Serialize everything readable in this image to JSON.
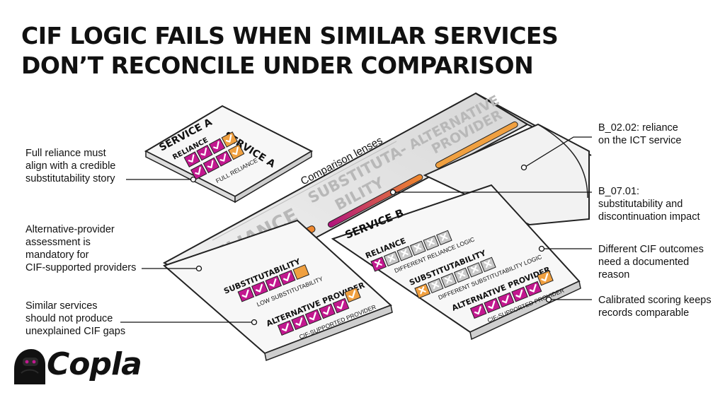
{
  "title": {
    "line1": "CIF LOGIC FAILS WHEN SIMILAR SERVICES",
    "line2": "DON’T RECONCILE UNDER COMPARISON"
  },
  "lenses": {
    "caption": "Comparison lenses",
    "reliance": "RELIANCE",
    "substitutability_1": "SUBSTITUTA-",
    "substitutability_2": "BILITY",
    "alt_provider_1": "ALTERNATIVE",
    "alt_provider_2": "PROVIDER"
  },
  "card_a_back": {
    "title": "SERVICE A",
    "row1_label": "RELIANCE",
    "row1_caption": "FULL RELIANCE"
  },
  "card_a_back_tab": {
    "title": "SERVICE A"
  },
  "card_a_front": {
    "row1_label": "SUBSTITUTABILITY",
    "row1_caption": "LOW SUBSTITUTABILITY",
    "row2_label": "ALTERNATIVE PROVIDER",
    "row2_caption": "CIF-SUPPORTED PROVIDER"
  },
  "card_b": {
    "title": "SERVICE B",
    "row1_label": "RELIANCE",
    "row1_caption": "DIFFERENT RELIANCE LOGIC",
    "row2_label": "SUBSTITUTABILITY",
    "row2_caption": "DIFFERENT SUBSTITUTABILITY LOGIC",
    "row3_label": "ALTERNATIVE PROVIDER",
    "row3_caption": "CIF-SUPPORTED PROVIDER"
  },
  "annotations": {
    "left1": [
      "Full reliance must",
      "align with a credible",
      "substitutability story"
    ],
    "left2": [
      "Alternative-provider",
      "assessment is",
      "mandatory for",
      "CIF-supported providers"
    ],
    "left3": [
      "Similar services",
      "should not produce",
      "unexplained CIF gaps"
    ],
    "right1": [
      "B_02.02: reliance",
      "on the ICT service"
    ],
    "right2": [
      "B_07.01:",
      "substitutability and",
      "discontinuation impact"
    ],
    "right3": [
      "Different CIF outcomes",
      "need a documented",
      "reason"
    ],
    "right4": [
      "Calibrated scoring keeps",
      "records comparable"
    ]
  },
  "logo": {
    "text": "Copla",
    "icon": "gorilla-mascot-icon"
  },
  "colors": {
    "magenta": "#c2188f",
    "orange": "#f0a040",
    "gray_box": "#c9c9c9",
    "lens_text": "#b8b8b8",
    "bar_gradient": [
      "#b0127e",
      "#f08a2c"
    ]
  },
  "icons": {
    "check": "check-icon",
    "cross": "cross-icon"
  }
}
